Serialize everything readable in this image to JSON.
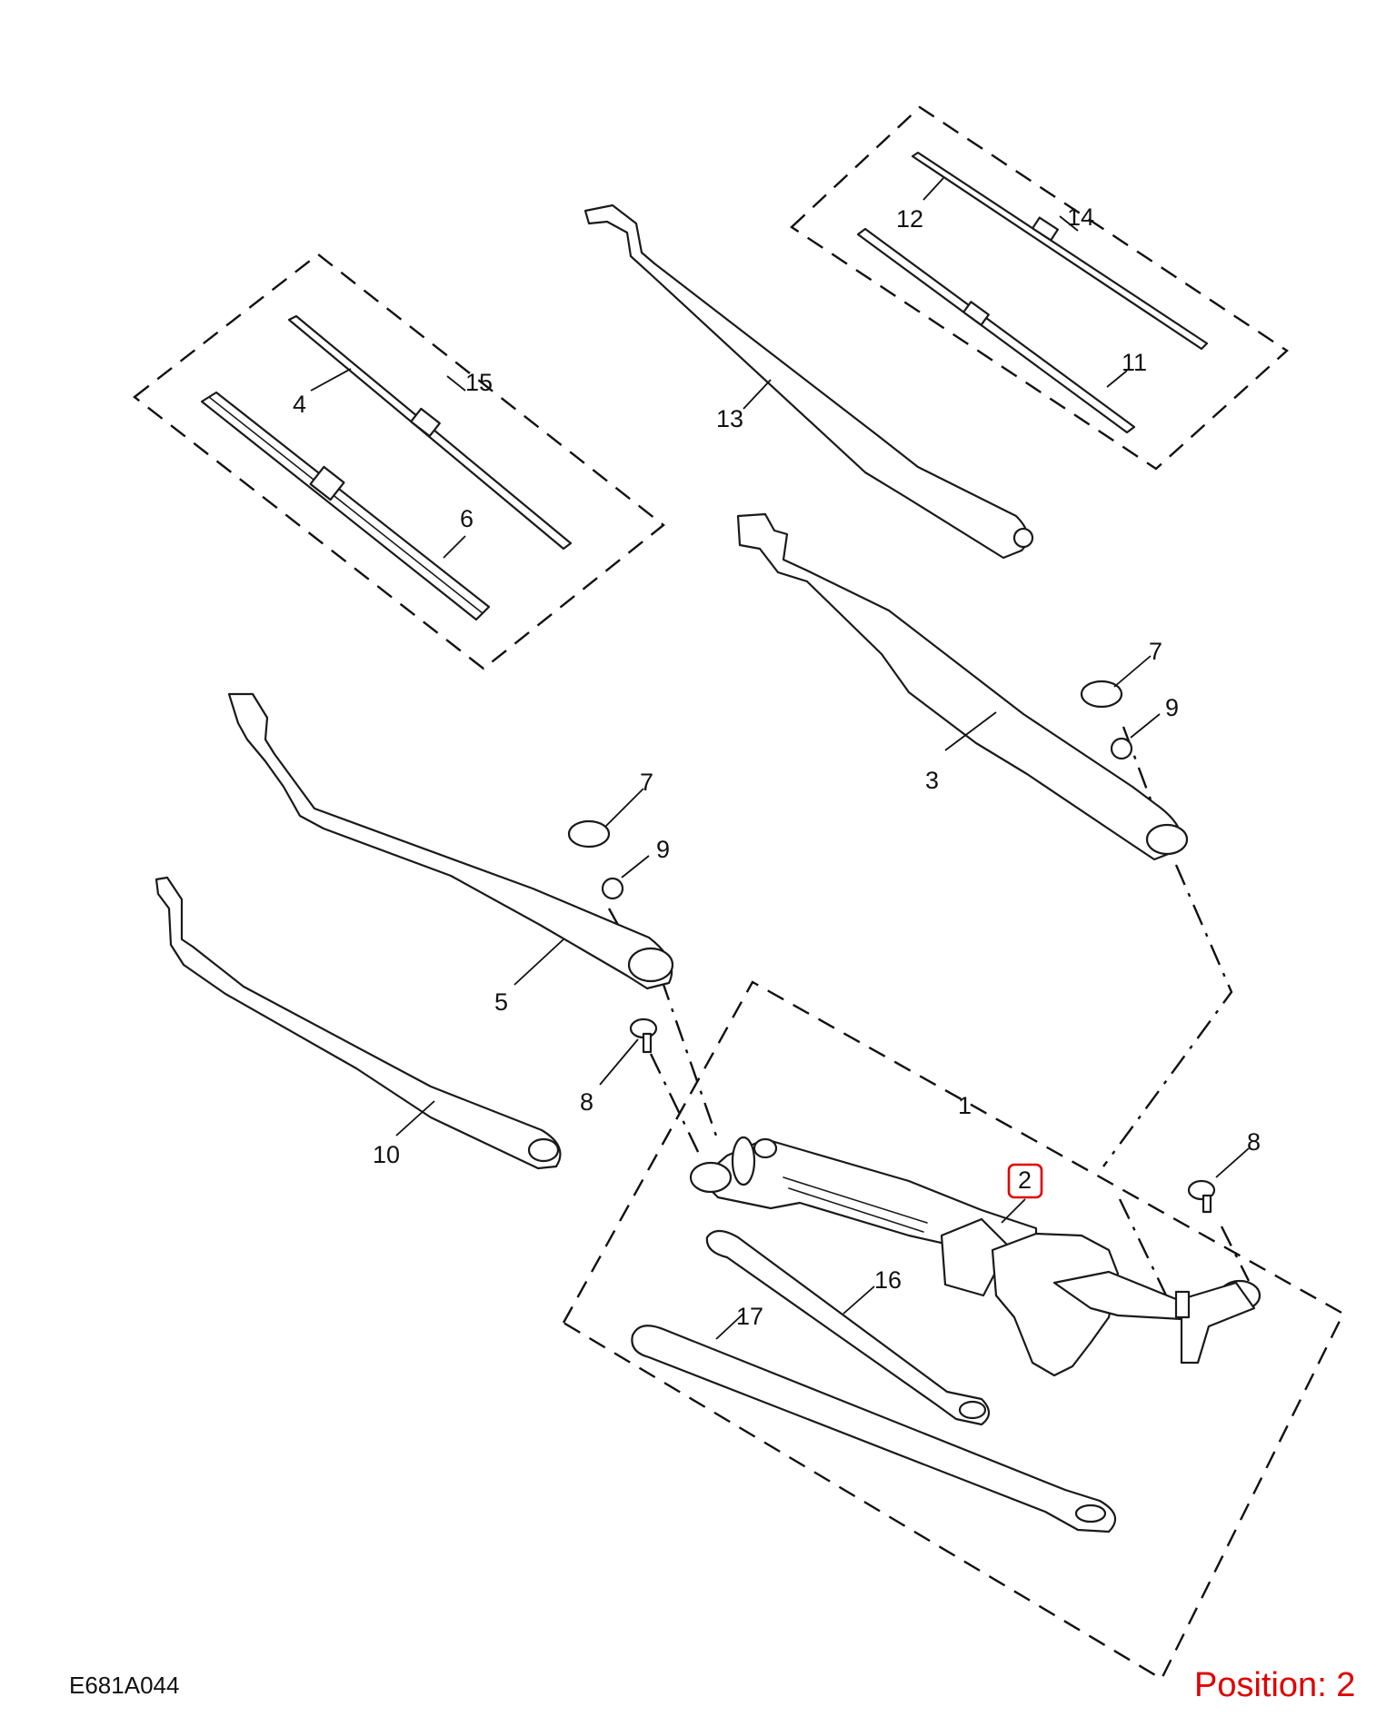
{
  "figure": {
    "reference_code": "E681A044",
    "position_label": "Position: 2",
    "highlight_color": "#e00000"
  },
  "callouts": {
    "c1": "1",
    "c2": "2",
    "c3": "3",
    "c4": "4",
    "c5": "5",
    "c6": "6",
    "c7a": "7",
    "c7b": "7",
    "c8a": "8",
    "c8b": "8",
    "c9a": "9",
    "c9b": "9",
    "c10": "10",
    "c11": "11",
    "c12": "12",
    "c13": "13",
    "c14": "14",
    "c15": "15",
    "c16": "16",
    "c17": "17"
  },
  "highlighted_callout": "2"
}
